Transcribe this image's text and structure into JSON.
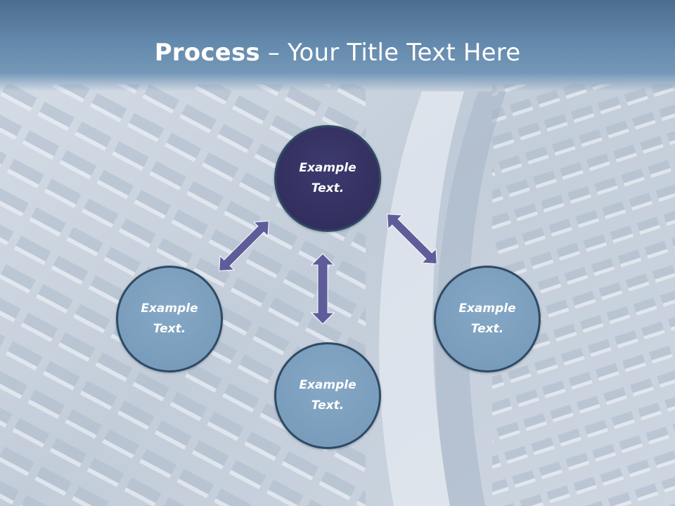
{
  "title": {
    "bold": "Process",
    "rest": " – Your Title Text Here"
  },
  "nodes": {
    "top": {
      "label": "Example\nText."
    },
    "left": {
      "label": "Example\nText."
    },
    "bottom": {
      "label": "Example\nText."
    },
    "right": {
      "label": "Example\nText."
    }
  },
  "colors": {
    "header": "#5b80a4",
    "node_primary": "#33305f",
    "node_secondary": "#7a9ebd",
    "node_border": "#2f4a63",
    "arrow": "#5e5d9a",
    "background": "#c9d2dd"
  }
}
